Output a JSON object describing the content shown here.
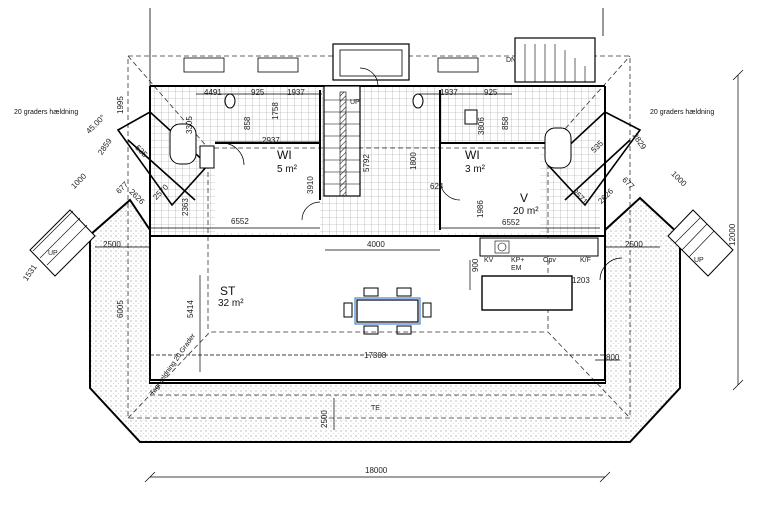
{
  "dimensions": {
    "d_4491": "4491",
    "d_925_left": "925",
    "d_1937_left": "1937",
    "d_1937_right": "1937",
    "d_925_right": "925",
    "d_2937": "2937",
    "d_858_left": "858",
    "d_1758": "1758",
    "d_3305": "3305",
    "d_1995": "1995",
    "d_2859": "2859",
    "d_1000_left": "1000",
    "d_535_left": "535",
    "d_677_left": "677",
    "d_2626_left": "2626",
    "d_2570": "2570",
    "d_2363": "2363",
    "d_3910": "3910",
    "d_5792": "5792",
    "d_1800": "1800",
    "d_3806": "3806",
    "d_858_right": "858",
    "d_624": "624",
    "d_1986": "1986",
    "d_6552_left": "6552",
    "d_6552_right": "6552",
    "d_4000": "4000",
    "d_2500_left": "2500",
    "d_2500_right": "2500",
    "d_6005": "6005",
    "d_5414": "5414",
    "d_17308": "17308",
    "d_1203": "1203",
    "d_900": "900",
    "d_800": "800",
    "d_2500_bottom": "2500",
    "d_18000": "18000",
    "d_12000": "12000",
    "d_1531": "1531",
    "d_2829": "2829",
    "d_535_right": "535",
    "d_677_right": "677",
    "d_2626_right": "2626",
    "d_2571": "2571",
    "d_1000_right": "1000"
  },
  "angle_label": "45.00°",
  "slope_left": "20 graders hældning",
  "slope_right": "20 graders hældning",
  "slope_diag": "Taghældning 20 Grader",
  "rooms": {
    "wi_left_name": "WI",
    "wi_left_area": "5 m²",
    "wi_right_name": "WI",
    "wi_right_area": "3 m²",
    "v_name": "V",
    "v_area": "20 m²",
    "st_name": "ST",
    "st_area": "32 m²"
  },
  "fixtures": {
    "kv": "KV",
    "kp_em": "KP+\nEM",
    "opv": "Opv",
    "kf": "K/F",
    "te": "TE"
  },
  "stairs": {
    "up_center": "UP",
    "up_left": "UP",
    "up_right": "UP",
    "dn_top": "DN"
  }
}
